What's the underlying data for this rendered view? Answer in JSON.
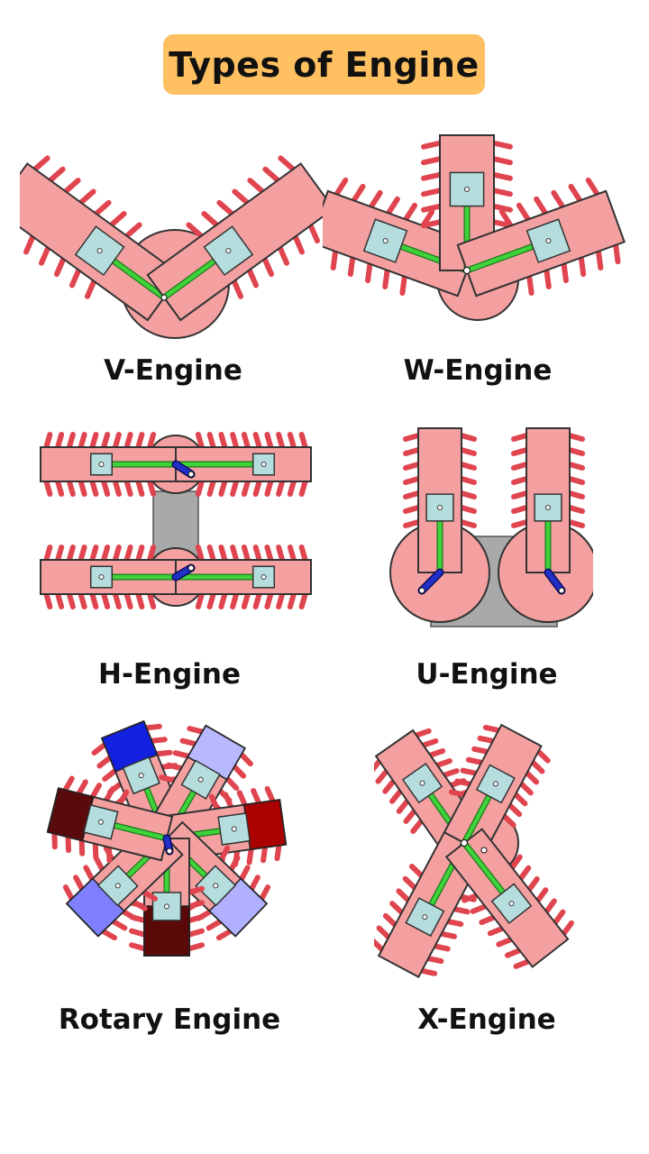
{
  "title": "Types of Engine",
  "colors": {
    "title_background": "#FFC061",
    "cylinder": "#F4A0A0",
    "fin": "#E0454F",
    "piston": "#B5DDDD",
    "connecting_rod": "#3FD23A",
    "crank": "#2230C8",
    "block": "#A9A9A9"
  },
  "engines": [
    {
      "name": "V-Engine"
    },
    {
      "name": "W-Engine"
    },
    {
      "name": "H-Engine"
    },
    {
      "name": "U-Engine"
    },
    {
      "name": "Rotary Engine"
    },
    {
      "name": "X-Engine"
    }
  ]
}
